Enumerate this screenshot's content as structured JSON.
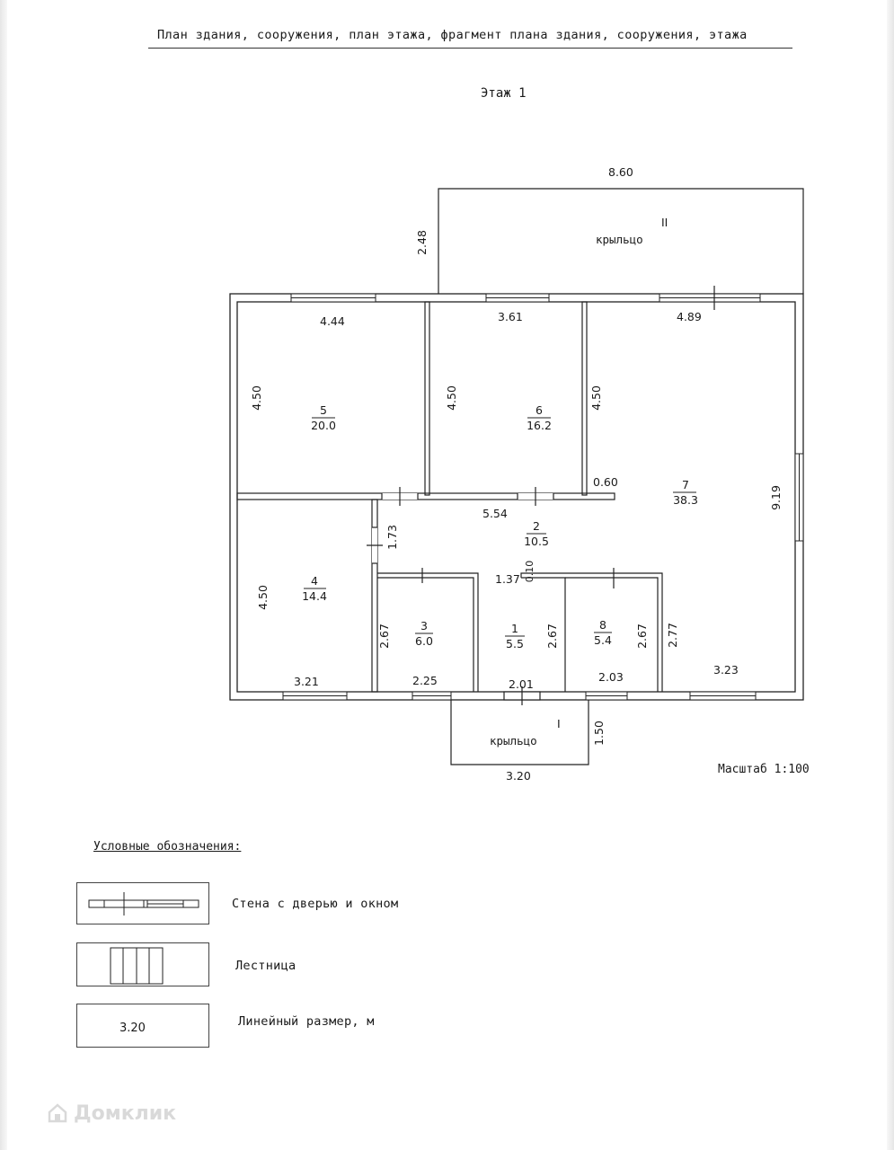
{
  "header": {
    "title": "План здания, сооружения, план этажа, фрагмент плана здания, сооружения, этажа"
  },
  "floor": {
    "label": "Этаж 1"
  },
  "porches": {
    "top": {
      "numeral": "II",
      "name": "крыльцо",
      "width": "8.60",
      "depth": "2.48"
    },
    "bottom": {
      "numeral": "I",
      "name": "крыльцо",
      "width": "3.20",
      "depth": "1.50"
    }
  },
  "rooms": [
    {
      "id": "5",
      "area": "20.0"
    },
    {
      "id": "6",
      "area": "16.2"
    },
    {
      "id": "7",
      "area": "38.3"
    },
    {
      "id": "2",
      "area": "10.5"
    },
    {
      "id": "4",
      "area": "14.4"
    },
    {
      "id": "3",
      "area": "6.0"
    },
    {
      "id": "1",
      "area": "5.5"
    },
    {
      "id": "8",
      "area": "5.4"
    }
  ],
  "dims": {
    "r5_top": "4.44",
    "r6_top": "3.61",
    "r7_top": "4.89",
    "r5_side": "4.50",
    "r6_side": "4.50",
    "r7_side": "4.50",
    "corridor_ext": "0.60",
    "r7_right": "9.19",
    "corridor_len": "5.54",
    "corridor_side": "1.73",
    "step_gap": "0.10",
    "r1_top": "1.37",
    "r4_side": "4.50",
    "r3_side": "2.67",
    "r1_side": "2.67",
    "r8_side": "2.67",
    "r7_lower_side": "2.77",
    "r4_bottom": "3.21",
    "r3_bottom": "2.25",
    "r1_bottom": "2.01",
    "r8_bottom": "2.03",
    "r7_bottom": "3.23"
  },
  "scale": "Масштаб 1:100",
  "legend": {
    "title": "Условные обозначения:",
    "items": [
      {
        "text": "Стена с дверью и окном"
      },
      {
        "text": "Лестница"
      },
      {
        "text": "Линейный размер, м",
        "sample": "3.20"
      }
    ]
  },
  "watermark": {
    "text": "Домклик"
  }
}
